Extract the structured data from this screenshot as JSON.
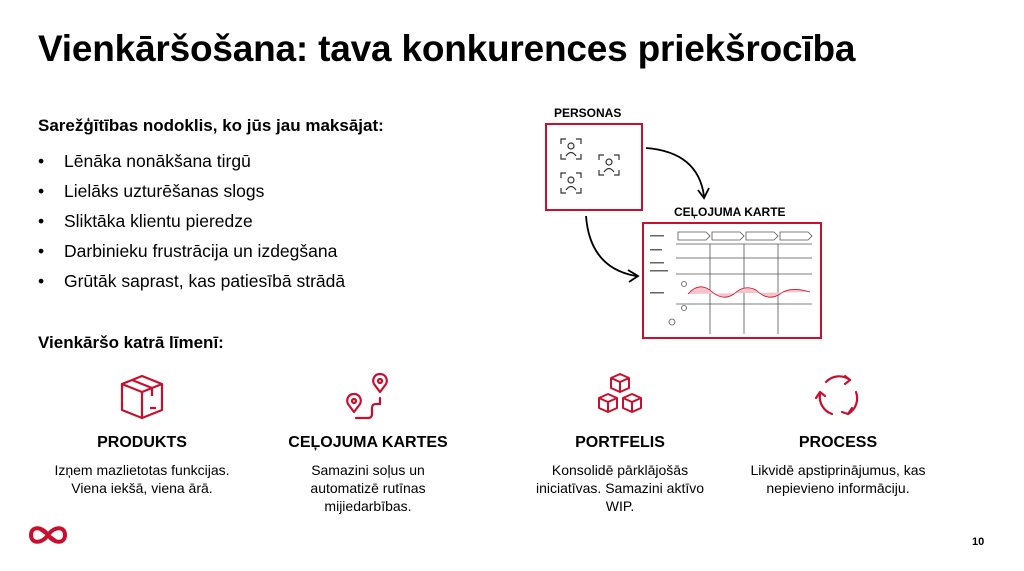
{
  "title": "Vienkāršošana: tava konkurences priekšrocība",
  "tax_heading": "Sarežģītības nodoklis, ko jūs jau maksājat:",
  "bullets": [
    "Lēnāka nonākšana tirgū",
    "Lielāks uzturēšanas slogs",
    "Sliktāka klientu pieredze",
    "Darbinieku frustrācija un izdegšana",
    "Grūtāk saprast, kas patiesībā strādā"
  ],
  "simplify_heading": "Vienkāršo katrā līmenī:",
  "columns": [
    {
      "icon": "box-icon",
      "title": "PRODUKTS",
      "desc": "Izņem mazlietotas funkcijas. Viena iekšā, viena ārā."
    },
    {
      "icon": "route-pins-icon",
      "title": "CEĻOJUMA KARTES",
      "desc": "Samazini soļus un automatizē rutīnas mijiedarbības."
    },
    {
      "icon": "stacked-boxes-icon",
      "title": "PORTFELIS",
      "desc": "Konsolidē pārklājošās iniciatīvas. Samazini aktīvo WIP."
    },
    {
      "icon": "cycle-arrows-icon",
      "title": "PROCESS",
      "desc": "Likvidē apstiprinājumus, kas nepievieno informāciju."
    }
  ],
  "diagram": {
    "persona_label": "PERSONAS",
    "journey_label": "CEĻOJUMA KARTE"
  },
  "page_number": "10",
  "colors": {
    "accent": "#c8102e",
    "text": "#000000"
  }
}
